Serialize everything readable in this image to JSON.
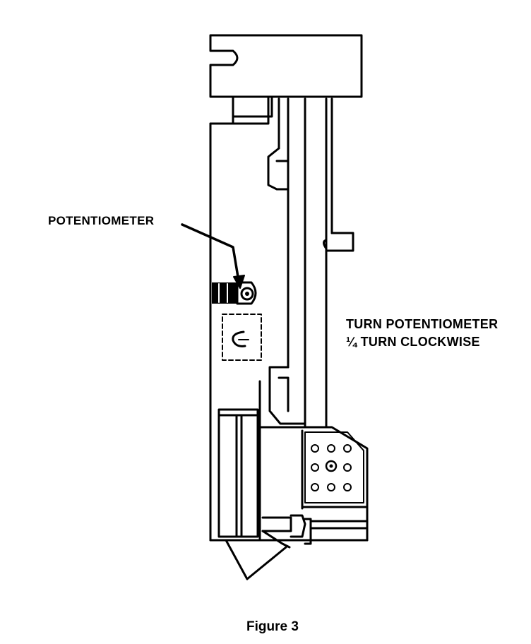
{
  "labels": {
    "potentiometer": "POTENTIOMETER",
    "instruction_line1": "TURN POTENTIOMETER",
    "instruction_line2": "¼ TURN CLOCKWISE"
  },
  "caption": "Figure 3"
}
